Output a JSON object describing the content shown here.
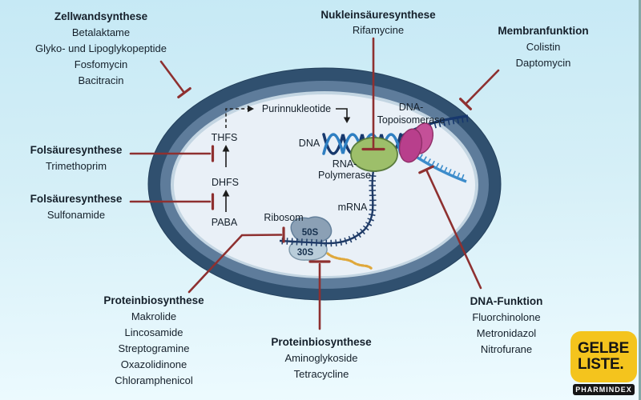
{
  "annotations": {
    "zellwand": {
      "title": "Zellwandsynthese",
      "drugs": [
        "Betalaktame",
        "Glyko- und Lipoglykopeptide",
        "Fosfomycin",
        "Bacitracin"
      ]
    },
    "nuklein": {
      "title": "Nukleinsäuresynthese",
      "drugs": [
        "Rifamycine"
      ]
    },
    "membran": {
      "title": "Membranfunktion",
      "drugs": [
        "Colistin",
        "Daptomycin"
      ]
    },
    "folsaeure_1": {
      "title": "Folsäuresynthese",
      "drugs": [
        "Trimethoprim"
      ]
    },
    "folsaeure_2": {
      "title": "Folsäuresynthese",
      "drugs": [
        "Sulfonamide"
      ]
    },
    "protein_links": {
      "title": "Proteinbiosynthese",
      "drugs": [
        "Makrolide",
        "Lincosamide",
        "Streptogramine",
        "Oxazolidinone",
        "Chloramphenicol"
      ]
    },
    "protein_mitte": {
      "title": "Proteinbiosynthese",
      "drugs": [
        "Aminoglykoside",
        "Tetracycline"
      ]
    },
    "dna_funktion": {
      "title": "DNA-Funktion",
      "drugs": [
        "Fluorchinolone",
        "Metronidazol",
        "Nitrofurane"
      ]
    }
  },
  "cell": {
    "purinnukleotide": "Purinnukleotide",
    "thfs": "THFS",
    "dhfs": "DHFS",
    "paba": "PABA",
    "dna": "DNA",
    "rna_polymerase_1": "RNA-",
    "rna_polymerase_2": "Polymerase",
    "topoisomerase_1": "DNA-",
    "topoisomerase_2": "Topoisomerase",
    "mrna": "mRNA",
    "ribosom": "Ribosom",
    "subunit_50s": "50S",
    "subunit_30s": "30S"
  },
  "logo": {
    "word1": "GELBE",
    "word2": "LISTE.",
    "tagline": "PHARMINDEX"
  },
  "colors": {
    "background_top": "#c6e9f5",
    "background_bottom": "#eefbff",
    "inhibitor_line": "#8e3030",
    "membrane_outer": "#30506f",
    "membrane_band": "#5e7c9b",
    "membrane_inner_ring": "#c3d5e2",
    "cytoplasm": "#e9f0f7",
    "dna_strand_dark": "#17386d",
    "dna_strand_light": "#2f7fc2",
    "rna_polymerase_fill": "#9dbf6a",
    "topoisomerase_fill": "#b83f8c",
    "ribosome_50s_fill": "#8ba0b5",
    "ribosome_30s_fill": "#b9cdda",
    "protein_chain": "#dfa83c",
    "logo_yellow": "#f4c41d",
    "text": "#15202b"
  }
}
